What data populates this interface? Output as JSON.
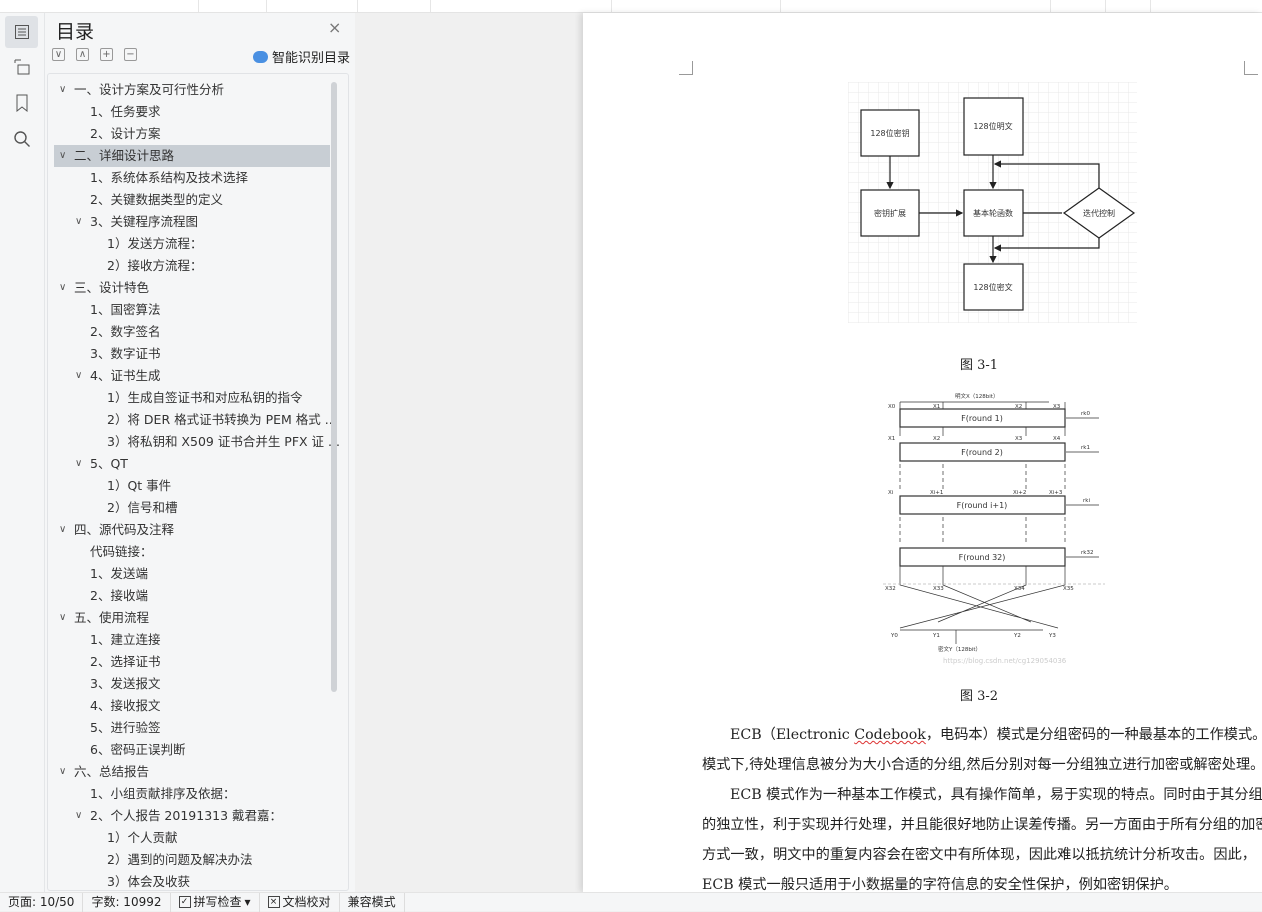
{
  "panel": {
    "title": "目录",
    "smart_label": "智能识别目录",
    "close": "×",
    "tools": [
      "∨",
      "∧",
      "+",
      "−"
    ]
  },
  "toc": [
    {
      "label": "一、设计方案及可行性分析",
      "level": 1,
      "exp": true
    },
    {
      "label": "1、任务要求",
      "level": 2
    },
    {
      "label": "2、设计方案",
      "level": 2
    },
    {
      "label": "二、详细设计思路",
      "level": 1,
      "exp": true,
      "sel": true
    },
    {
      "label": "1、系统体系结构及技术选择",
      "level": 2
    },
    {
      "label": "2、关键数据类型的定义",
      "level": 2
    },
    {
      "label": "3、关键程序流程图",
      "level": 2,
      "exp": true
    },
    {
      "label": "1）发送方流程：",
      "level": 3
    },
    {
      "label": "2）接收方流程：",
      "level": 3
    },
    {
      "label": "三、设计特色",
      "level": 1,
      "exp": true
    },
    {
      "label": "1、国密算法",
      "level": 2
    },
    {
      "label": "2、数字签名",
      "level": 2
    },
    {
      "label": "3、数字证书",
      "level": 2
    },
    {
      "label": "4、证书生成",
      "level": 2,
      "exp": true
    },
    {
      "label": "1）生成自签证书和对应私钥的指令",
      "level": 3
    },
    {
      "label": "2）将 DER 格式证书转换为 PEM 格式 ...",
      "level": 3
    },
    {
      "label": "3）将私钥和 X509 证书合并生 PFX 证 ...",
      "level": 3
    },
    {
      "label": "5、QT",
      "level": 2,
      "exp": true
    },
    {
      "label": "1）Qt 事件",
      "level": 3
    },
    {
      "label": "2）信号和槽",
      "level": 3
    },
    {
      "label": "四、源代码及注释",
      "level": 1,
      "exp": true
    },
    {
      "label": "代码链接：",
      "level": 2
    },
    {
      "label": "1、发送端",
      "level": 2
    },
    {
      "label": "2、接收端",
      "level": 2
    },
    {
      "label": "五、使用流程",
      "level": 1,
      "exp": true
    },
    {
      "label": "1、建立连接",
      "level": 2
    },
    {
      "label": "2、选择证书",
      "level": 2
    },
    {
      "label": "3、发送报文",
      "level": 2
    },
    {
      "label": "4、接收报文",
      "level": 2
    },
    {
      "label": "5、进行验签",
      "level": 2
    },
    {
      "label": "6、密码正误判断",
      "level": 2
    },
    {
      "label": "六、总结报告",
      "level": 1,
      "exp": true
    },
    {
      "label": "1、小组贡献排序及依据：",
      "level": 2
    },
    {
      "label": "2、个人报告 20191313 戴君嘉：",
      "level": 2,
      "exp": true
    },
    {
      "label": "1）个人贡献",
      "level": 3
    },
    {
      "label": "2）遇到的问题及解决办法",
      "level": 3
    },
    {
      "label": "3）体会及收获",
      "level": 3
    }
  ],
  "fig1": {
    "key": "128位密钥",
    "plain": "128位明文",
    "expand": "密钥扩展",
    "round": "基本轮函数",
    "iter": "迭代控制",
    "cipher": "128位密文",
    "caption": "图 3-1"
  },
  "fig2": {
    "top": "明文X（128bit）",
    "r1": "F(round 1)",
    "r2": "F(round 2)",
    "ri": "F(round i+1)",
    "r32": "F(round 32)",
    "rk0": "rk0",
    "rk1": "rk1",
    "rki": "rki",
    "rk32": "rk32",
    "x0": "X0",
    "x1": "X1",
    "x2": "X2",
    "x3": "X3",
    "x4": "X4",
    "xi": "Xi",
    "xi1": "Xi+1",
    "xi2": "Xi+2",
    "xi3": "Xi+3",
    "x32": "X32",
    "x33": "X33",
    "x34": "X34",
    "x35": "X35",
    "y0": "Y0",
    "y1": "Y1",
    "y2": "Y2",
    "y3": "Y3",
    "bottom": "密文Y（128bit）",
    "watermark": "https://blog.csdn.net/cg129054036",
    "caption": "图 3-2"
  },
  "body": {
    "p1": {
      "l1a": "ECB（Electronic ",
      "l1b": "Codebook",
      "l1c": "，电码本）模式是分组密码的一种最基本的工作模式。在该",
      "l2": "模式下,待处理信息被分为大小合适的分组,然后分别对每一分组独立进行加密或解密处理。"
    },
    "p2": [
      "ECB 模式作为一种基本工作模式，具有操作简单，易于实现的特点。同时由于其分组",
      "的独立性，利于实现并行处理，并且能很好地防止误差传播。另一方面由于所有分组的加密",
      "方式一致，明文中的重复内容会在密文中有所体现，因此难以抵抗统计分析攻击。因此，",
      "ECB 模式一般只适用于小数据量的字符信息的安全性保护，例如密钥保护。"
    ]
  },
  "status": {
    "page": "页面: 10/50",
    "words": "字数: 10992",
    "spell": "拼写检查",
    "proof": "文档校对",
    "compat": "兼容模式"
  }
}
